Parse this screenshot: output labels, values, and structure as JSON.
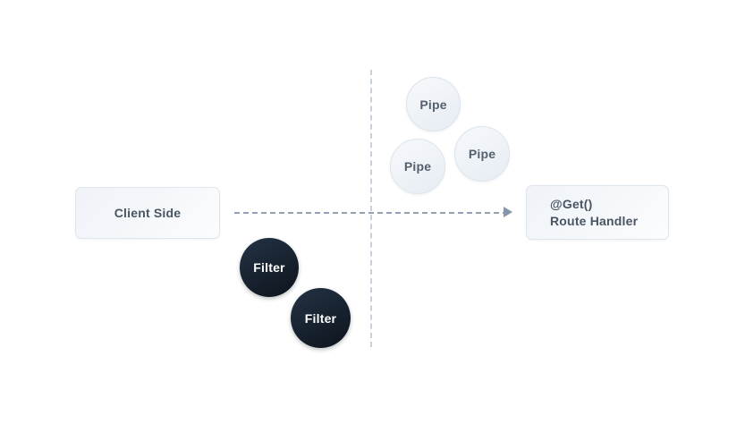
{
  "diagram": {
    "background_color": "#ffffff",
    "boxes": {
      "client": {
        "label": "Client Side"
      },
      "route_handler": {
        "line1": "@Get()",
        "line2": "Route Handler"
      }
    },
    "pipes": [
      {
        "label": "Pipe"
      },
      {
        "label": "Pipe"
      },
      {
        "label": "Pipe"
      }
    ],
    "filters": [
      {
        "label": "Filter"
      },
      {
        "label": "Filter"
      }
    ],
    "colors": {
      "pipe_fill": "#eef2f7",
      "pipe_text": "#55606d",
      "filter_fill": "#17222f",
      "filter_text": "#ffffff",
      "box_text": "#4a5562",
      "box_border": "#dfe5ec",
      "arrow": "#8496ab",
      "divider": "#c8d0dc"
    }
  }
}
